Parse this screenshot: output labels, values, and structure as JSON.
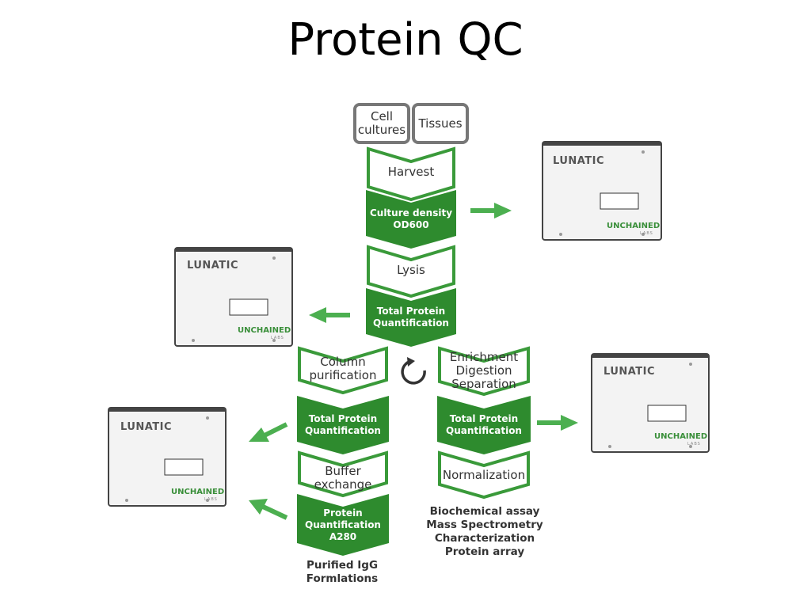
{
  "title": "Protein QC",
  "colors": {
    "green": "#2e8b2e",
    "bright_green": "#4caf50",
    "grey_border": "#777777"
  },
  "sources": [
    "Cell\ncultures",
    "Tissues"
  ],
  "steps": {
    "harvest": "Harvest",
    "culture_density": "Culture density\nOD600",
    "lysis": "Lysis",
    "total_protein_1": "Total Protein\nQuantification",
    "column_purification": "Column\npurification",
    "total_protein_2": "Total Protein\nQuantification",
    "buffer_exchange": "Buffer\nexchange",
    "protein_a280": "Protein\nQuantification\nA280",
    "enrichment": "Enrichment\nDigestion\nSeparation",
    "total_protein_3": "Total Protein\nQuantification",
    "normalization": "Normalization"
  },
  "outputs": {
    "left": "Purified IgG\nFormlations",
    "right": "Biochemical assay\nMass Spectrometry\nCharacterization\nProtein array"
  },
  "instrument": {
    "brand": "LUNATIC",
    "maker": "UNCHAINED",
    "maker_sub": "LABS"
  },
  "recycle_icon": "circular-arrow-icon"
}
